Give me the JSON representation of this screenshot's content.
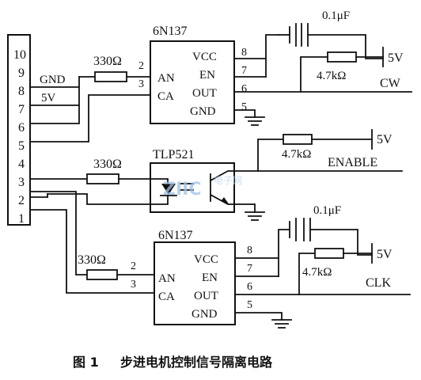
{
  "connector": {
    "pins": [
      "10",
      "9",
      "8",
      "7",
      "6",
      "5",
      "4",
      "3",
      "2",
      "1"
    ],
    "gnd_label": "GND",
    "v5_label": "5V"
  },
  "chip1": {
    "name": "6N137",
    "left_pins": [
      {
        "num": "2",
        "label": "AN"
      },
      {
        "num": "3",
        "label": "CA"
      }
    ],
    "right_pins": [
      {
        "num": "8",
        "label": "VCC"
      },
      {
        "num": "7",
        "label": "EN"
      },
      {
        "num": "6",
        "label": "OUT"
      },
      {
        "num": "5",
        "label": "GND"
      }
    ],
    "input_resistor": "330Ω",
    "pullup_resistor": "4.7kΩ",
    "capacitor": "0.1μF",
    "supply": "5V",
    "output_signal": "CW"
  },
  "chip2": {
    "name": "TLP521",
    "input_resistor": "330Ω",
    "pullup_resistor": "4.7kΩ",
    "supply": "5V",
    "output_signal": "ENABLE"
  },
  "chip3": {
    "name": "6N137",
    "left_pins": [
      {
        "num": "2",
        "label": "AN"
      },
      {
        "num": "3",
        "label": "CA"
      }
    ],
    "right_pins": [
      {
        "num": "8",
        "label": "VCC"
      },
      {
        "num": "7",
        "label": "EN"
      },
      {
        "num": "6",
        "label": "OUT"
      },
      {
        "num": "5",
        "label": "GND"
      }
    ],
    "input_resistor": "330Ω",
    "pullup_resistor": "4.7kΩ",
    "capacitor": "0.1μF",
    "supply": "5V",
    "output_signal": "CLK"
  },
  "watermark": {
    "logo": "ZIIC",
    "text": "电子网"
  },
  "caption": {
    "figure": "图 1",
    "title": "步进电机控制信号隔离电路"
  }
}
